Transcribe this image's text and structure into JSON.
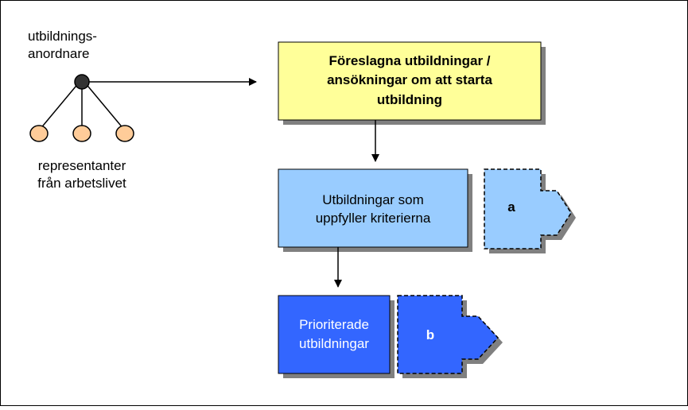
{
  "diagram": {
    "provider_label_line1": "utbildnings-",
    "provider_label_line2": "anordnare",
    "reps_label_line1": "representanter",
    "reps_label_line2": "från arbetslivet",
    "proposed_box": {
      "line1": "Föreslagna utbildningar /",
      "line2": "ansökningar om att starta",
      "line3": "utbildning",
      "color": "#ffff99"
    },
    "criteria_box": {
      "line1": "Utbildningar som",
      "line2": "uppfyller kriterierna",
      "color": "#99ccff"
    },
    "prioritized_box": {
      "line1": "Prioriterade",
      "line2": "utbildningar",
      "color": "#3366ff"
    },
    "outflow_a": {
      "label": "a",
      "color": "#99ccff"
    },
    "outflow_b": {
      "label": "b",
      "color": "#3366ff"
    },
    "node_colors": {
      "provider": "#333333",
      "representative": "#ffcc99"
    }
  }
}
